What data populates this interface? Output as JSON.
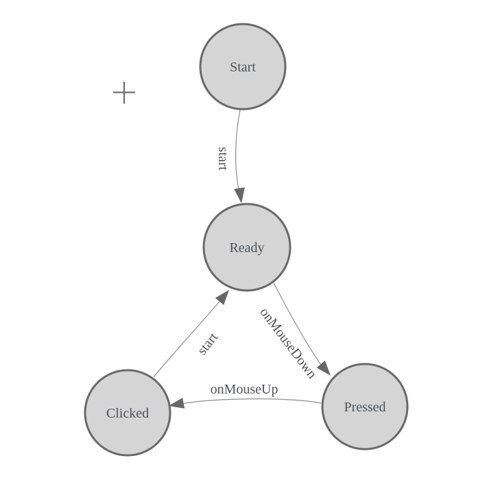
{
  "diagram": {
    "type": "state-diagram",
    "nodes": [
      {
        "id": "start",
        "label": "Start"
      },
      {
        "id": "ready",
        "label": "Ready"
      },
      {
        "id": "clicked",
        "label": "Clicked"
      },
      {
        "id": "pressed",
        "label": "Pressed"
      }
    ],
    "edges": [
      {
        "from": "start",
        "to": "ready",
        "label": "start"
      },
      {
        "from": "ready",
        "to": "pressed",
        "label": "onMouseDown"
      },
      {
        "from": "pressed",
        "to": "clicked",
        "label": "onMouseUp"
      },
      {
        "from": "clicked",
        "to": "ready",
        "label": "start"
      }
    ],
    "icons": [
      {
        "name": "origin-crosshair-icon",
        "glyph": "plus"
      }
    ]
  },
  "colors": {
    "background": "#ffffff",
    "node_fill": "#d5d5d5",
    "node_stroke": "#696969",
    "text": "#4f5358",
    "edge_line": "#8c8c8c",
    "arrowhead": "#676767",
    "crosshair": "#707070"
  }
}
